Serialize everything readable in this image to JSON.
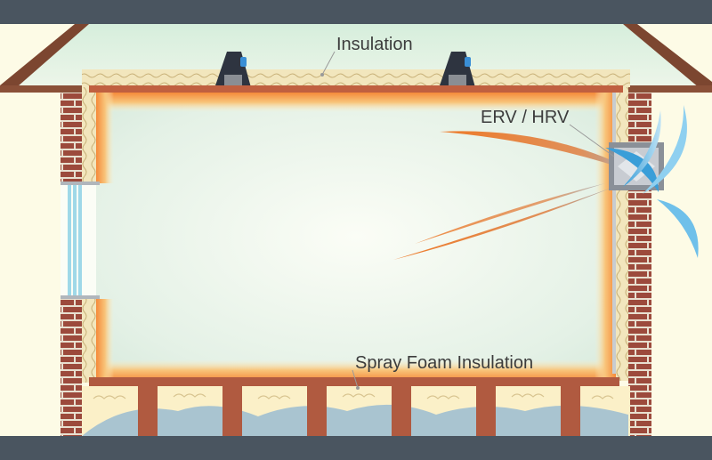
{
  "labels": {
    "insulation": "Insulation",
    "erv_hrv": "ERV / HRV",
    "spray_foam": "Spray Foam Insulation"
  },
  "colors": {
    "frame": "#4a5560",
    "wall_background": "#fdfbe6",
    "roof": "#7c4630",
    "brick": "#9c4a3c",
    "mortar": "#e8e0d0",
    "insulation_batt": "#f2e6bd",
    "interior_glow": "#f7a648",
    "interior_air": "#dcefe4",
    "floor_beam": "#b05a40",
    "ground": "#a9c4d0",
    "supply_air": "#4aa8e0",
    "exhaust_air": "#ee7a28"
  },
  "icons": [
    "roof-vent-icon",
    "erv-unit-icon",
    "window-icon"
  ]
}
